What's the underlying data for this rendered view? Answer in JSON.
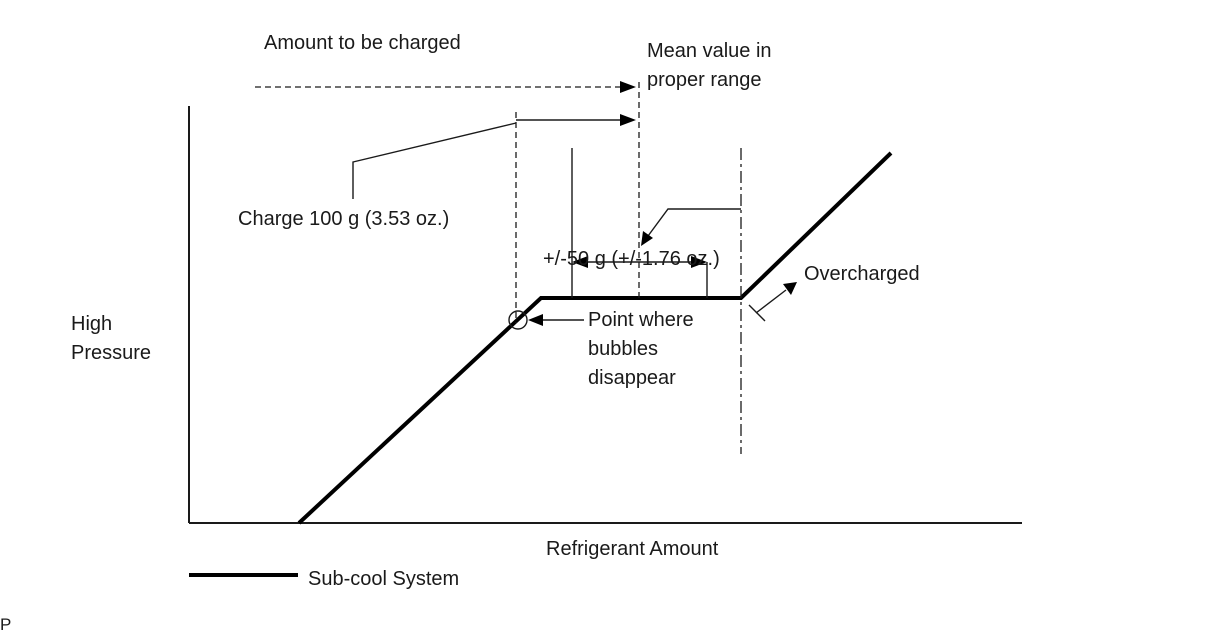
{
  "labels": {
    "amount_to_be_charged": "Amount to be charged",
    "mean_value_line1": "Mean value in",
    "mean_value_line2": "proper range",
    "charge": "Charge 100 g (3.53 oz.)",
    "tolerance": "+/-50 g (+/-1.76 oz.)",
    "overcharged": "Overcharged",
    "point_line1": "Point where",
    "point_line2": "bubbles",
    "point_line3": "disappear",
    "y_axis_line1": "High",
    "y_axis_line2": "Pressure",
    "x_axis": "Refrigerant Amount",
    "legend": "Sub-cool System",
    "corner_mark": "P"
  },
  "colors": {
    "line": "#000000",
    "text": "#1a1a1a",
    "background": "#ffffff"
  }
}
